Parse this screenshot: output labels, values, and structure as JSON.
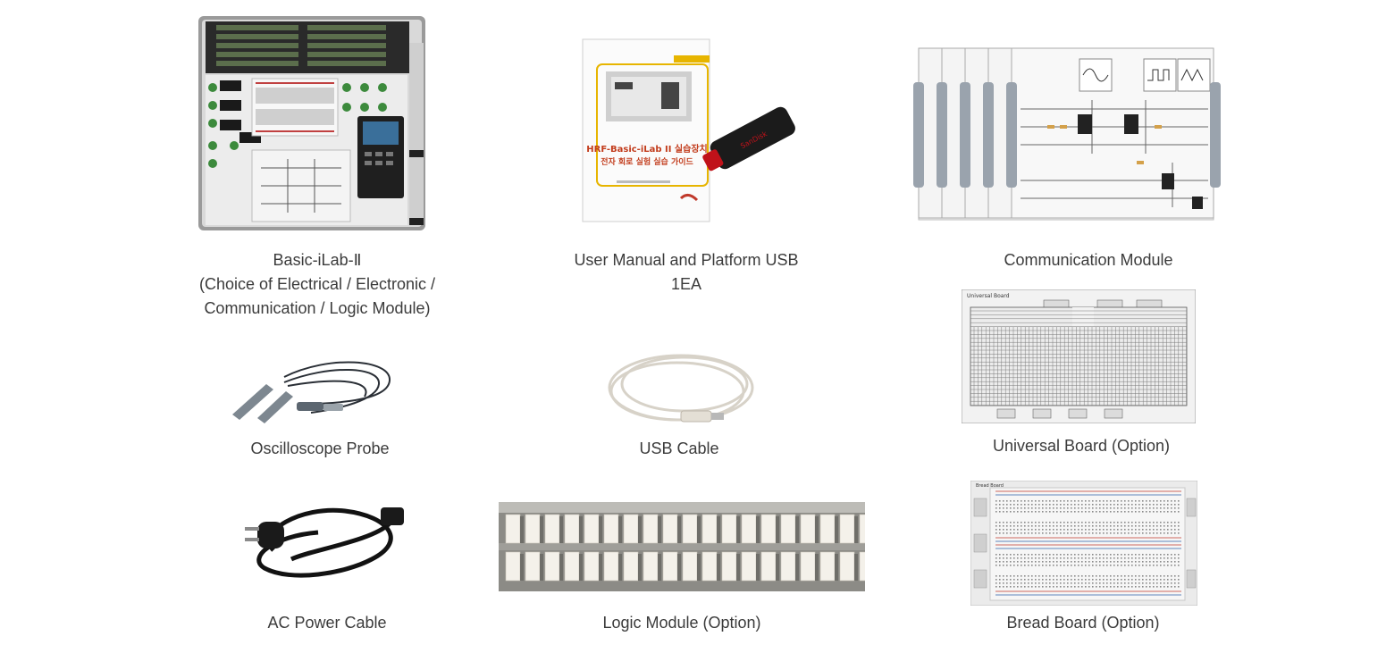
{
  "items": [
    {
      "name": "basic-ilab",
      "caption_lines": [
        "Basic-iLab-Ⅱ",
        "(Choice of Electrical / Electronic /",
        "Communication / Logic Module)"
      ]
    },
    {
      "name": "manual-usb",
      "caption_lines": [
        "User Manual and Platform USB",
        "1EA"
      ],
      "manual_title": "HRF-Basic-iLab II 실습장치",
      "manual_subtitle": "전자 회로 실험 실습 가이드",
      "usb_brand": "SanDisk"
    },
    {
      "name": "communication-module",
      "caption_lines": [
        "Communication Module"
      ]
    },
    {
      "name": "universal-board",
      "caption_lines": [
        "Universal Board (Option)"
      ],
      "board_label": "Universal Board"
    },
    {
      "name": "oscilloscope-probe",
      "caption_lines": [
        "Oscilloscope Probe"
      ]
    },
    {
      "name": "usb-cable",
      "caption_lines": [
        "USB Cable"
      ]
    },
    {
      "name": "ac-power-cable",
      "caption_lines": [
        "AC Power Cable"
      ]
    },
    {
      "name": "logic-module",
      "caption_lines": [
        "Logic Module (Option)"
      ]
    },
    {
      "name": "bread-board",
      "caption_lines": [
        "Bread Board (Option)"
      ],
      "board_label": "Bread Board"
    }
  ]
}
